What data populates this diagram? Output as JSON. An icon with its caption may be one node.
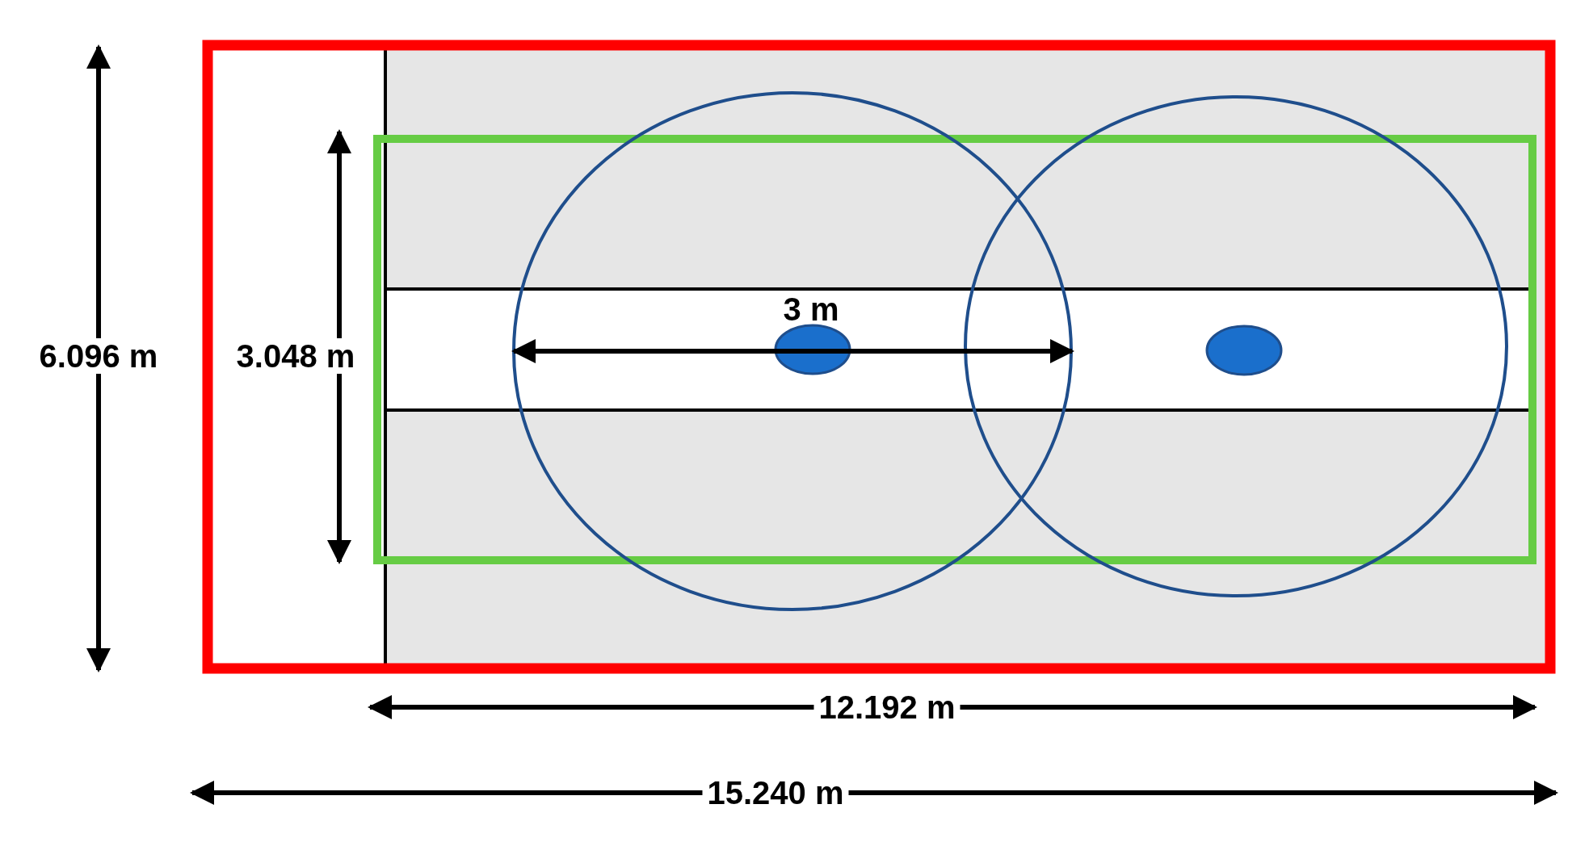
{
  "diagram": {
    "labels": [
      "6.096 m",
      "3.048 m",
      "3 m",
      "12.192 m",
      "15.240 m"
    ]
  }
}
